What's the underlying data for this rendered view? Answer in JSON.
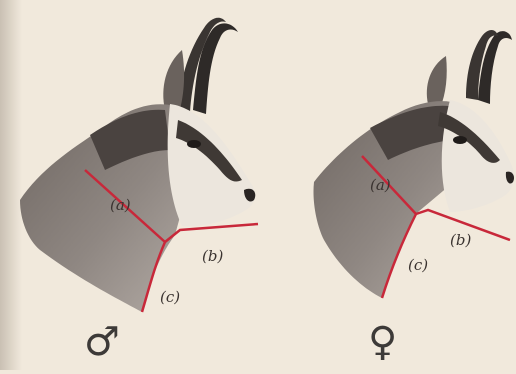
{
  "figures": [
    {
      "sex_symbol": "♂",
      "labels": {
        "a": "(a)",
        "b": "(b)",
        "c": "(c)"
      }
    },
    {
      "sex_symbol": "♀",
      "labels": {
        "a": "(a)",
        "b": "(b)",
        "c": "(c)"
      }
    }
  ],
  "colors": {
    "background": "#f1e9dc",
    "fur_dark": "#4a4340",
    "fur_mid": "#8a817c",
    "face_light": "#ece6dd",
    "horn": "#2e2a28",
    "measure_line": "#c8283a"
  }
}
